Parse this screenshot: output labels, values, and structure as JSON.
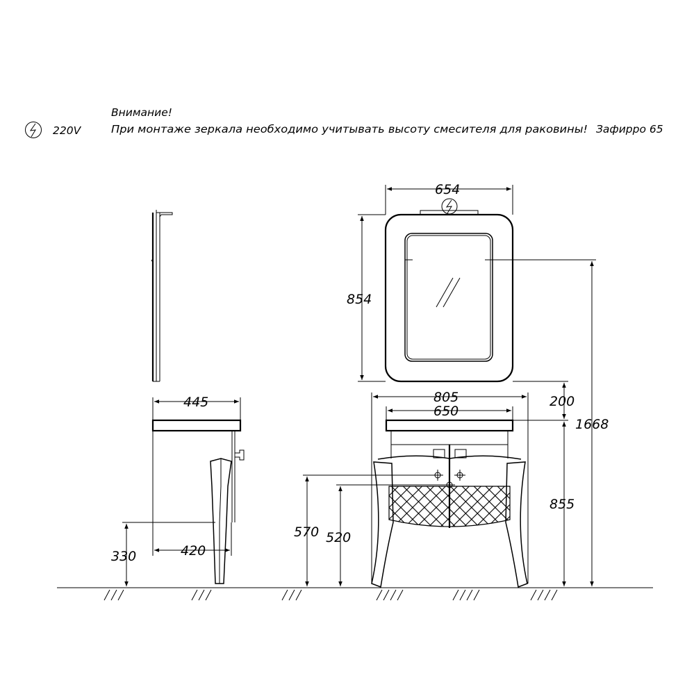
{
  "header": {
    "voltage": "220V",
    "warning_title": "Внимание!",
    "warning_text": "При монтаже зеркала необходимо учитывать высоту смесителя для раковины!",
    "product": "Зафирро 65"
  },
  "icons": {
    "power": "lightning-bolt-in-circle-icon"
  },
  "dimensions": {
    "mirror_width": "654",
    "mirror_height": "854",
    "cabinet_width": "805",
    "basin_width": "650",
    "mirror_gap": "200",
    "total_height": "1668",
    "cabinet_height": "855",
    "side_depth": "445",
    "side_depth_legs": "420",
    "side_height": "330",
    "outlet_height_1": "570",
    "outlet_height_2": "520"
  }
}
